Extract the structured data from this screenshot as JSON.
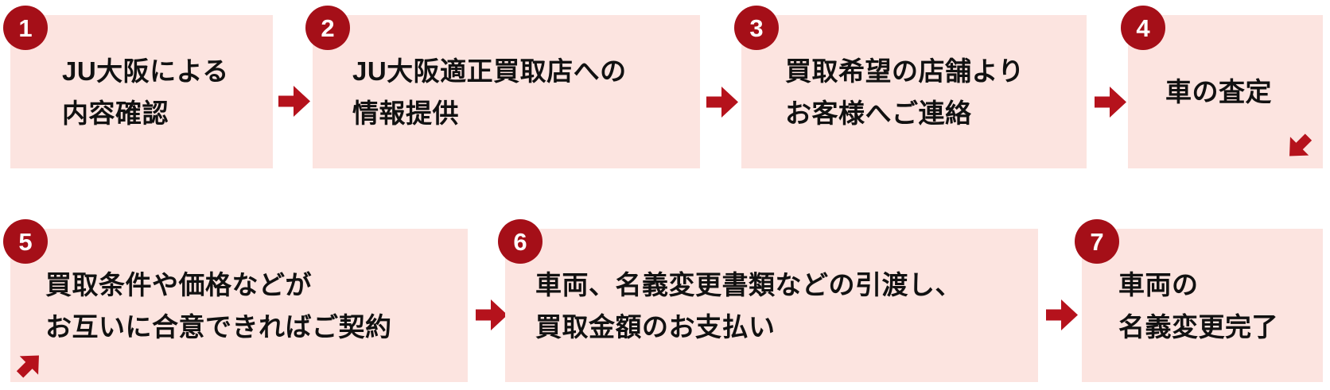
{
  "flow": {
    "title": "buyback-process-flow",
    "steps": [
      {
        "number": "1",
        "lines": [
          "JU大阪による",
          "内容確認"
        ]
      },
      {
        "number": "2",
        "lines": [
          "JU大阪適正買取店への",
          "情報提供"
        ]
      },
      {
        "number": "3",
        "lines": [
          "買取希望の店舗より",
          "お客様へご連絡"
        ]
      },
      {
        "number": "4",
        "lines": [
          "車の査定"
        ]
      },
      {
        "number": "5",
        "lines": [
          "買取条件や価格などが",
          "お互いに合意できればご契約"
        ]
      },
      {
        "number": "6",
        "lines": [
          "車両、名義変更書類などの引渡し、",
          "買取金額のお支払い"
        ]
      },
      {
        "number": "7",
        "lines": [
          "車両の",
          "名義変更完了"
        ]
      }
    ],
    "connectors": [
      {
        "from": "1",
        "to": "2",
        "direction": "right"
      },
      {
        "from": "2",
        "to": "3",
        "direction": "right"
      },
      {
        "from": "3",
        "to": "4",
        "direction": "right"
      },
      {
        "from": "4",
        "to": "5",
        "direction": "down-left"
      },
      {
        "from": "4",
        "to": "5",
        "direction": "up-right"
      },
      {
        "from": "5",
        "to": "6",
        "direction": "right"
      },
      {
        "from": "6",
        "to": "7",
        "direction": "right"
      }
    ],
    "colors": {
      "box_bg": "#fce4e0",
      "badge": "#a50f18",
      "arrow": "#b5121c",
      "text": "#111111",
      "canvas_bg": "#ffffff"
    }
  }
}
